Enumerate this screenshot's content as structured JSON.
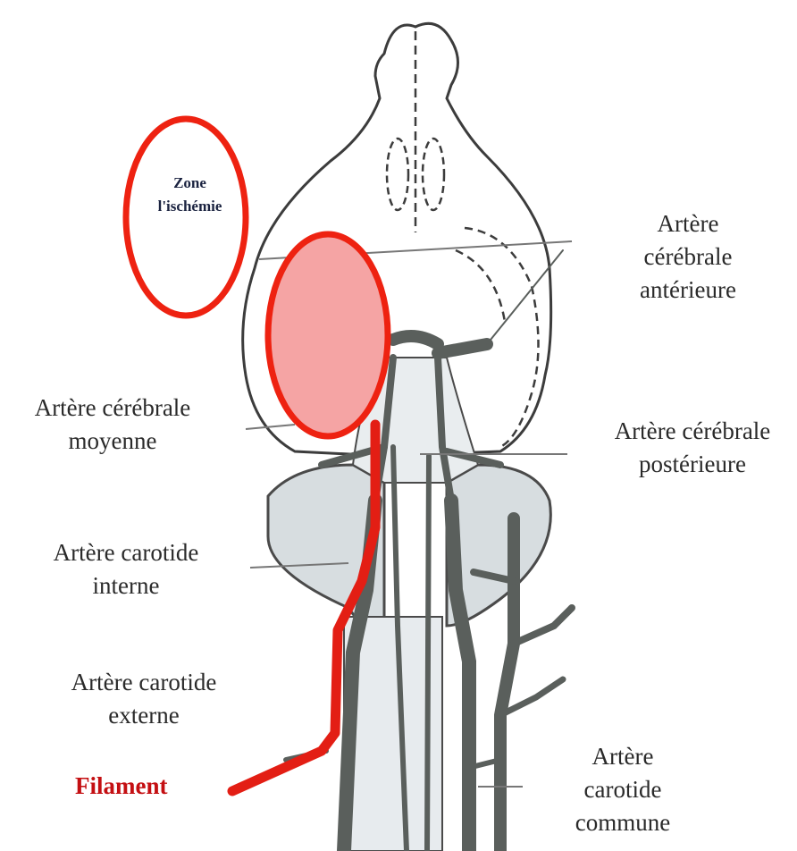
{
  "labels": {
    "zone_line1": "Zone",
    "zone_line2": "l'ischémie",
    "aca_line1": "Artère",
    "aca_line2": "cérébrale",
    "aca_line3": "antérieure",
    "acm_line1": "Artère cérébrale",
    "acm_line2": "moyenne",
    "acp_line1": "Artère cérébrale",
    "acp_line2": "postérieure",
    "aci_line1": "Artère carotide",
    "aci_line2": "interne",
    "ace_line1": "Artère carotide",
    "ace_line2": "externe",
    "filament": "Filament",
    "acc_line1": "Artère",
    "acc_line2": "carotide",
    "acc_line3": "commune"
  },
  "colors": {
    "filament": "#e31e14",
    "ischemia_fill": "#f5a4a4",
    "circle_stroke": "#ee2211",
    "vessel": "#5a5f5c",
    "tissue": "#e6eaec",
    "outline": "#3c3c3c"
  }
}
